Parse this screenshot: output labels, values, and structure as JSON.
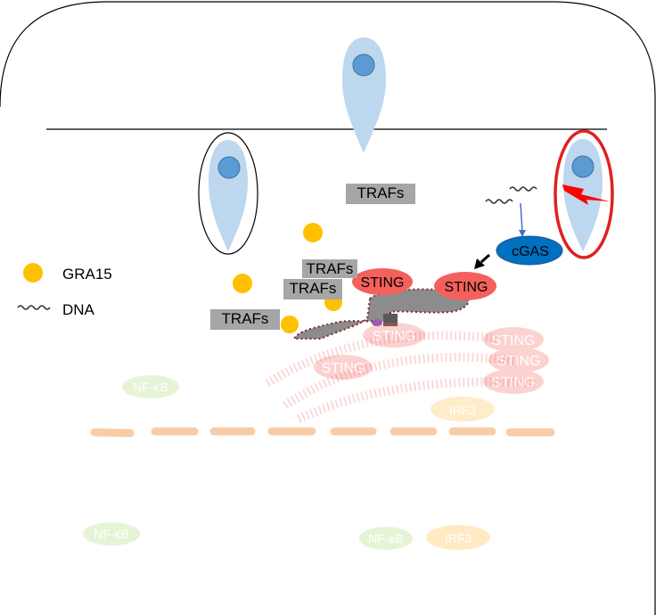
{
  "legend": {
    "gra15": "GRA15",
    "dna": "DNA"
  },
  "labels": {
    "trafs": "TRAFs",
    "sting": "STING",
    "cgas": "cGAS",
    "nfkb": "NF-κB",
    "irf3": "IRF3"
  },
  "colors": {
    "parasite": "#bdd7ee",
    "nucleus": "#5b9bd5",
    "gra15_dot": "#ffc000",
    "traf_box": "#a6a6a6",
    "sting": "#f4605b",
    "cgas": "#0070c0",
    "highlight_ring": "#e02020",
    "lightning": "#ff0000",
    "nuclear_membrane": "#f4a460",
    "nfkb_faded": "#c8f0a0",
    "irf3_faded": "#ffd88a"
  }
}
